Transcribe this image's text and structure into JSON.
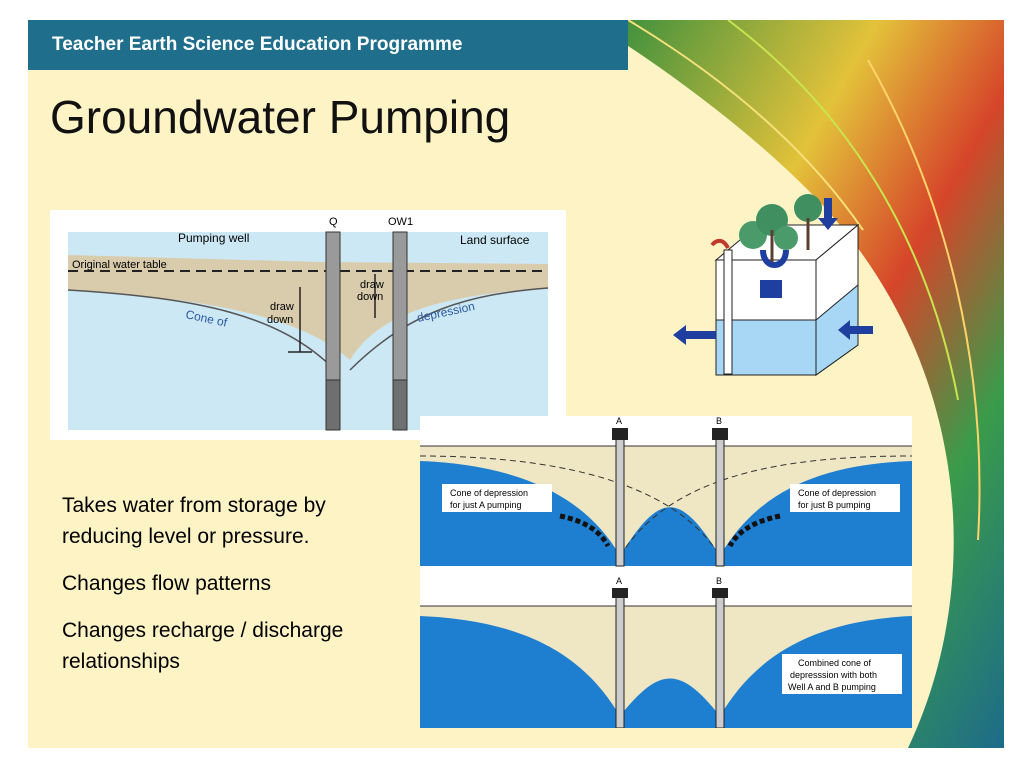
{
  "header": {
    "title": "Teacher Earth Science Education Programme"
  },
  "slide": {
    "title": "Groundwater Pumping"
  },
  "bullets": [
    "Takes water from storage by reducing level or pressure.",
    "Changes flow patterns",
    "Changes recharge / discharge relationships"
  ],
  "diagram1": {
    "well_q": "Q",
    "well_ow1": "OW1",
    "pumping_well": "Pumping well",
    "land_surface": "Land surface",
    "original_water_table": "Original water table",
    "draw_down_1_a": "draw",
    "draw_down_1_b": "down",
    "draw_down_2_a": "draw",
    "draw_down_2_b": "down",
    "cone_of": "Cone of",
    "depression": "depression"
  },
  "diagram3": {
    "top_well_a": "A",
    "top_well_b": "B",
    "top_label_a_1": "Cone of depression",
    "top_label_a_2": "for just A pumping",
    "top_label_b_1": "Cone of depression",
    "top_label_b_2": "for just B pumping",
    "bottom_well_a": "A",
    "bottom_well_b": "B",
    "combined_1": "Combined cone of",
    "combined_2": "depresssion with both",
    "combined_3": "Well A and B pumping"
  },
  "colors": {
    "banner": "#1f6e8c",
    "background": "#fdf3c4",
    "water": "#1e7fd1"
  }
}
